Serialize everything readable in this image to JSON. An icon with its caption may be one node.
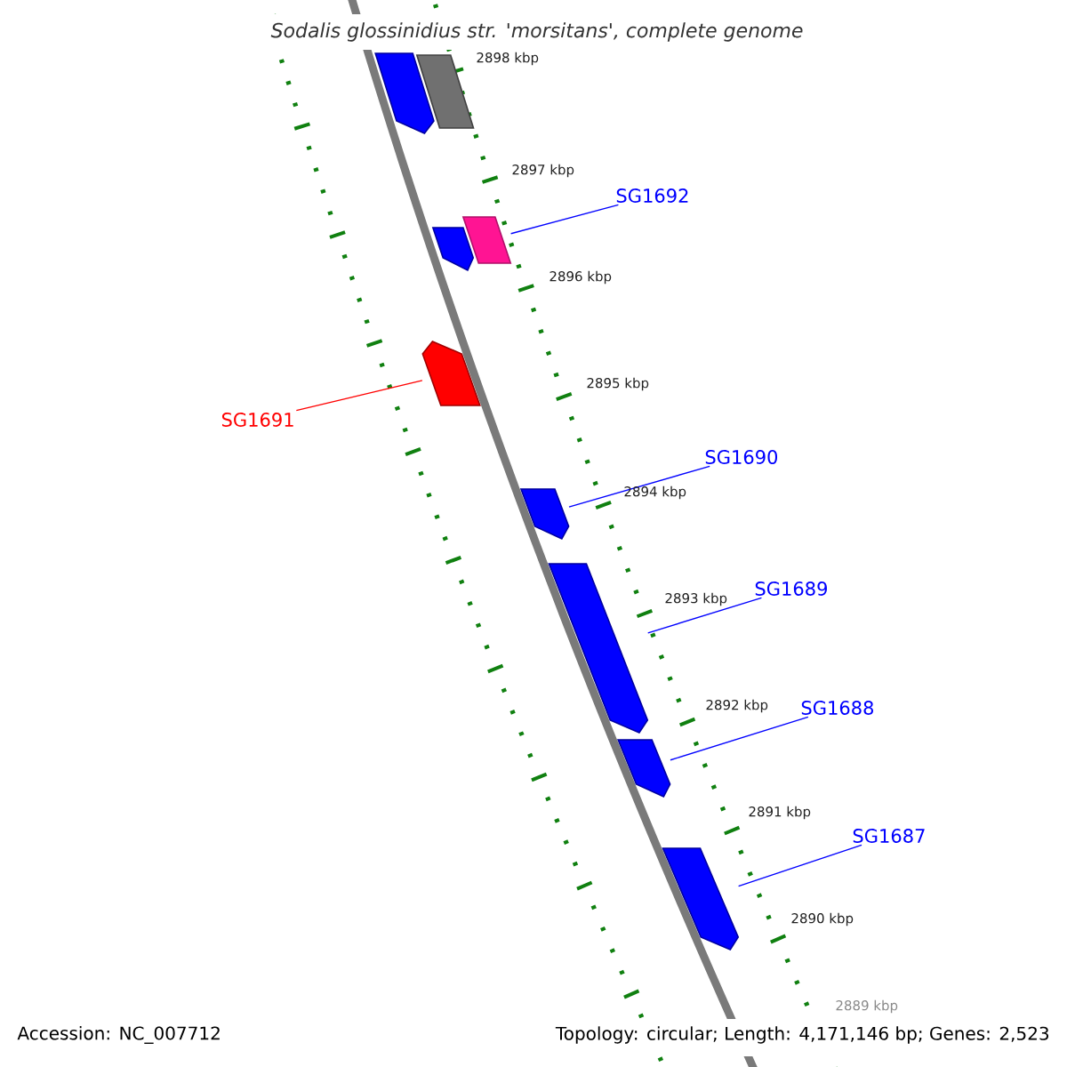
{
  "diagram": {
    "title": "Sodalis glossinidius str. 'morsitans', complete genome",
    "nodes": [
      {
        "text": [],
        "shape": "bar"
      },
      {
        "text": [],
        "shape": "bar"
      },
      {
        "text": [],
        "shape": "bar"
      },
      {
        "text": [],
        "shape": "bar"
      },
      {
        "text": [],
        "shape": "bar"
      },
      {
        "text": [],
        "shape": "bar"
      },
      {
        "text": [],
        "shape": "bar"
      },
      {
        "text": [],
        "shape": "bar"
      },
      {
        "text": [],
        "shape": "bar"
      },
      {
        "text": [
          "SG1692"
        ]
      },
      {
        "text": [
          "SG1691"
        ]
      },
      {
        "text": [
          "SG1690"
        ]
      },
      {
        "text": [
          "SG1689"
        ]
      },
      {
        "text": [
          "SG1688"
        ]
      },
      {
        "text": [
          "SG1687"
        ]
      }
    ],
    "edges": [
      {
        "from": 9,
        "to": 3,
        "arrow": "none"
      },
      {
        "from": 10,
        "to": 4,
        "arrow": "none",
        "color": "#ff0000"
      },
      {
        "from": 11,
        "to": 5,
        "arrow": "none"
      },
      {
        "from": 12,
        "to": 6,
        "arrow": "none"
      },
      {
        "from": 13,
        "to": 7,
        "arrow": "none"
      },
      {
        "from": 14,
        "to": 8,
        "arrow": "none"
      }
    ],
    "labels": [
      "2898 kbp",
      "2897 kbp",
      "2896 kbp",
      "2895 kbp",
      "2894 kbp",
      "2893 kbp",
      "2892 kbp",
      "2891 kbp",
      "2890 kbp",
      "2889 kbp",
      "Accession: NC_007712",
      "Topology: circular; Length: 4,171,146 bp; Genes: 2,523"
    ]
  }
}
